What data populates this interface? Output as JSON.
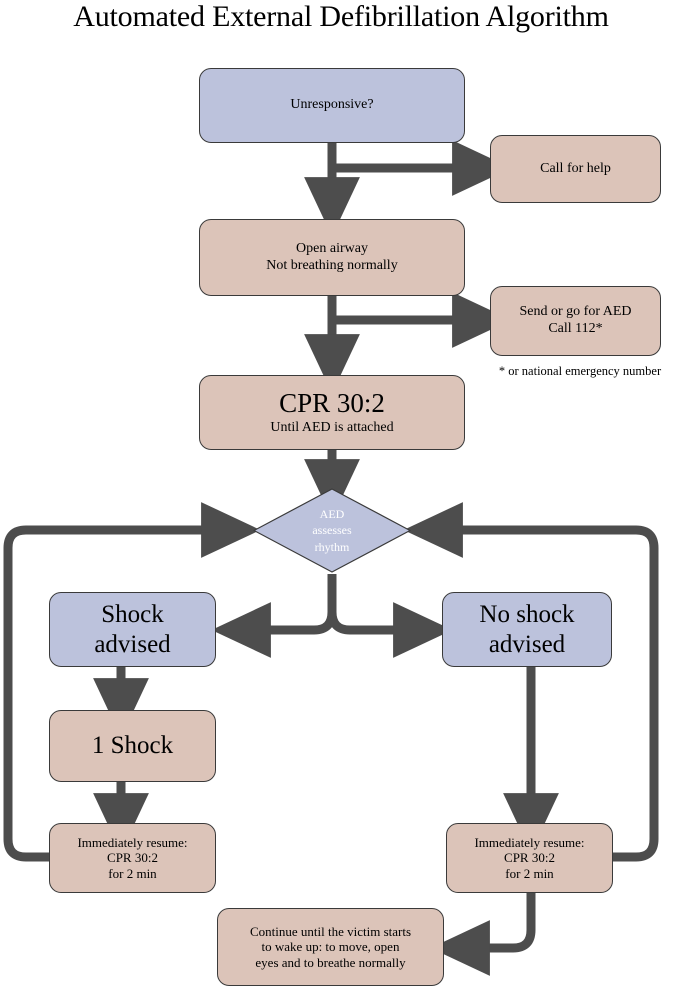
{
  "title": "Automated External Defibrillation Algorithm",
  "colors": {
    "blue_node": "#bcc2dc",
    "tan_node": "#dcc4b9",
    "node_border": "#3a3a3a",
    "arrow": "#4d4d4d",
    "text": "#000000",
    "diamond_text": "#ffffff",
    "background": "#ffffff"
  },
  "nodes": {
    "unresponsive": {
      "line1": "Unresponsive?"
    },
    "call_for_help": {
      "line1": "Call for help"
    },
    "open_airway": {
      "line1": "Open airway",
      "line2": "Not breathing normally"
    },
    "send_for_aed": {
      "line1": "Send or go for AED",
      "line2": "Call 112*"
    },
    "cpr_initial": {
      "line1": "CPR 30:2",
      "line2": "Until AED is attached"
    },
    "aed_assess": {
      "line1": "AED",
      "line2": "assesses",
      "line3": "rhythm"
    },
    "shock_advised": {
      "line1": "Shock",
      "line2": "advised"
    },
    "no_shock_advised": {
      "line1": "No shock",
      "line2": "advised"
    },
    "one_shock": {
      "line1": "1 Shock"
    },
    "resume_left": {
      "line1": "Immediately resume:",
      "line2": "CPR 30:2",
      "line3": "for 2 min"
    },
    "resume_right": {
      "line1": "Immediately resume:",
      "line2": "CPR 30:2",
      "line3": "for 2 min"
    },
    "continue_until": {
      "line1": "Continue until the victim starts",
      "line2": "to wake up: to move, open",
      "line3": "eyes and to breathe normally"
    }
  },
  "footnote": "* or national emergency number"
}
